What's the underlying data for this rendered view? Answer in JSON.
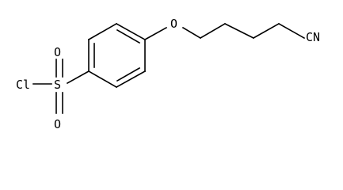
{
  "molecule": {
    "atoms": {
      "chlorine": "Cl",
      "sulfur": "S",
      "oxygen_upper": "O",
      "oxygen_lower": "O",
      "ether_oxygen": "O",
      "nitrile": "CN"
    }
  },
  "colors": {
    "bond": "#000000",
    "label": "#000000",
    "background": "#ffffff"
  }
}
